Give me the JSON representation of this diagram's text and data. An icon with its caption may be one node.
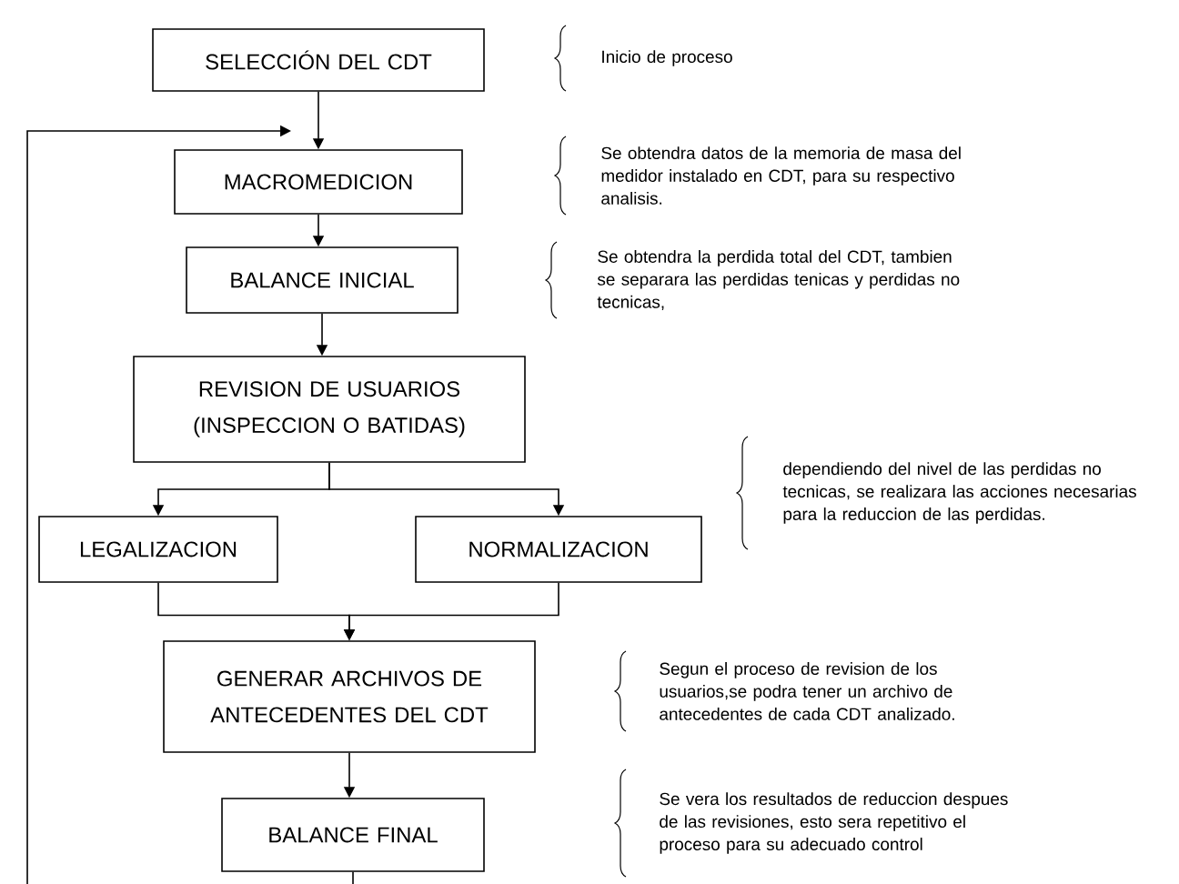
{
  "diagram": {
    "nodes": [
      {
        "text": [
          "SELECCIÓN DEL CDT"
        ]
      },
      {
        "text": [
          "MACROMEDICION"
        ]
      },
      {
        "text": [
          "BALANCE INICIAL"
        ]
      },
      {
        "text": [
          "REVISION DE USUARIOS (INSPECCION O BATIDAS)"
        ]
      },
      {
        "text": [
          "LEGALIZACION"
        ]
      },
      {
        "text": [
          "NORMALIZACION"
        ]
      },
      {
        "text": [
          "GENERAR ARCHIVOS DE ANTECEDENTES DEL CDT"
        ]
      },
      {
        "text": [
          "BALANCE FINAL"
        ]
      }
    ],
    "edges": [
      {
        "from": 0,
        "to": 1,
        "arrow": "to"
      },
      {
        "from": 1,
        "to": 2,
        "arrow": "to"
      },
      {
        "from": 2,
        "to": 3,
        "arrow": "to"
      },
      {
        "from": 3,
        "to": 4,
        "arrow": "to"
      },
      {
        "from": 3,
        "to": 5,
        "arrow": "to"
      },
      {
        "from": 4,
        "to": 6,
        "arrow": "to"
      },
      {
        "from": 5,
        "to": 6,
        "arrow": "to"
      },
      {
        "from": 6,
        "to": 7,
        "arrow": "to"
      },
      {
        "from": 7,
        "to": 1,
        "arrow": "to"
      }
    ],
    "labels": [
      "Inicio de proceso",
      "Se obtendra datos de la memoria de masa del medidor instalado en CDT, para su respectivo analisis.",
      "Se obtendra la perdida total del CDT, tambien se separara las perdidas tenicas y perdidas no tecnicas,",
      "dependiendo del nivel de las perdidas no tecnicas, se realizara las acciones necesarias para la reduccion de las perdidas.",
      "Segun el proceso de revision de los usuarios,se podra tener un archivo de antecedentes de cada CDT analizado.",
      "Se vera los resultados de reduccion despues de las revisiones, esto sera repetitivo el proceso para su adecuado control"
    ]
  }
}
